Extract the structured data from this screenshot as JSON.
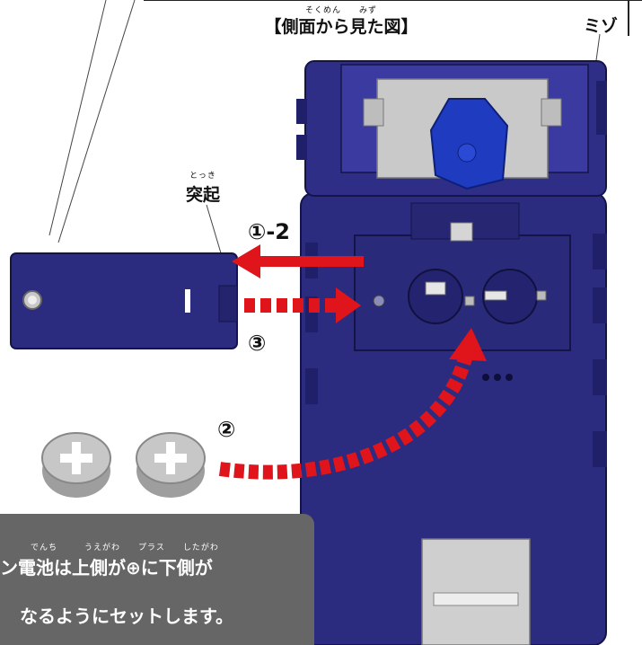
{
  "title": {
    "text": "【側面から見た図】",
    "ruby": "そくめん　　みず"
  },
  "labels": {
    "groove": "ミゾ",
    "protrusion": "突起",
    "protrusion_ruby": "とっき"
  },
  "steps": {
    "step1_2": "①-2",
    "step2": "②",
    "step3": "③"
  },
  "note": {
    "ruby": "でんち　　　うえがわ　　プラス　　したがわ",
    "line1": "ン電池は上側が⊕に下側が",
    "line2": "なるようにセットします。"
  },
  "colors": {
    "device_blue": "#2b2b80",
    "device_dark": "#1c1c5c",
    "arrow_red": "#e0141b",
    "panel_gray": "#666666",
    "battery_gray": "#c7c7c7"
  },
  "icons": [
    "plus-icon",
    "plus-icon"
  ]
}
